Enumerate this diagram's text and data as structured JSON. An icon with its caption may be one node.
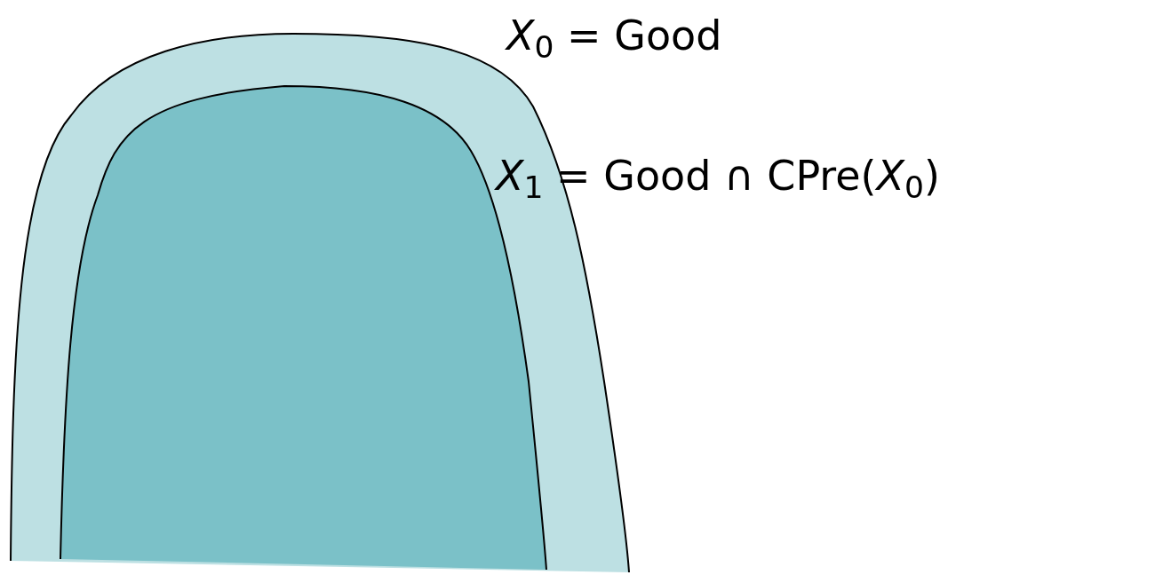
{
  "diagram": {
    "nodes": [
      {
        "text": [
          "*X*$_{0}$ = Good"
        ]
      },
      {
        "text": [
          "*X*$_{1}$ = Good ∩ CPre(*X*$_{0}$)"
        ],
        "in": 0
      }
    ]
  }
}
